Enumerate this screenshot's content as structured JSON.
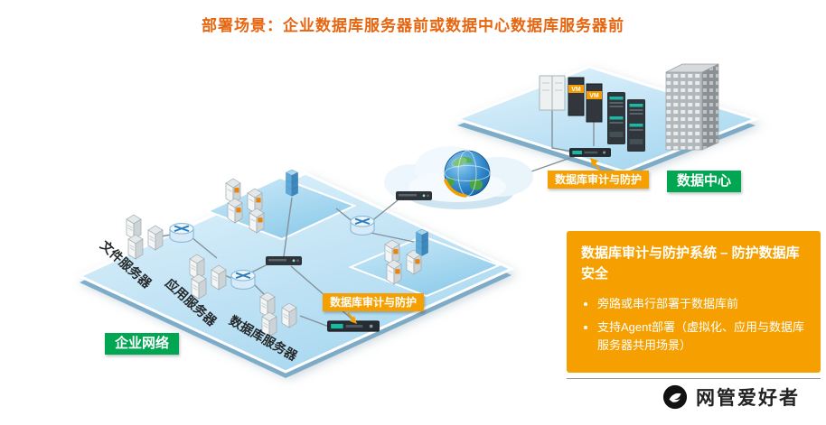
{
  "title": "部署场景：企业数据库服务器前或数据中心数据库服务器前",
  "colors": {
    "title_orange": "#e8650f",
    "badge_green": "#00a651",
    "accent_orange": "#f5a000",
    "platform_blue": "#a9d8f0"
  },
  "diagram": {
    "enterprise_label": "企业网络",
    "datacenter_label": "数据中心",
    "audit_tag_left": "数据库审计与防护",
    "audit_tag_right": "数据库审计与防护",
    "server_groups": [
      {
        "label": "文件服务器"
      },
      {
        "label": "应用服务器"
      },
      {
        "label": "数据库服务器"
      }
    ],
    "vm_labels": [
      "VM",
      "VM"
    ]
  },
  "info_box": {
    "title": "数据库审计与防护系统 – 防护数据库安全",
    "bullets": [
      "旁路或串行部署于数据库前",
      "支持Agent部署（虚拟化、应用与数据库服务器共用场景）"
    ]
  },
  "footer": {
    "brand": "网管爱好者"
  },
  "icons": [
    "cloud-icon",
    "globe-icon",
    "switch-icon",
    "switch-bar-icon",
    "server-icon",
    "server-h-icon",
    "stack-switch-icon",
    "server-cabinet-icon",
    "vm-server-icon",
    "server-rack-icon",
    "db-audit-appliance-icon",
    "building-icon",
    "brand-logo-icon"
  ]
}
